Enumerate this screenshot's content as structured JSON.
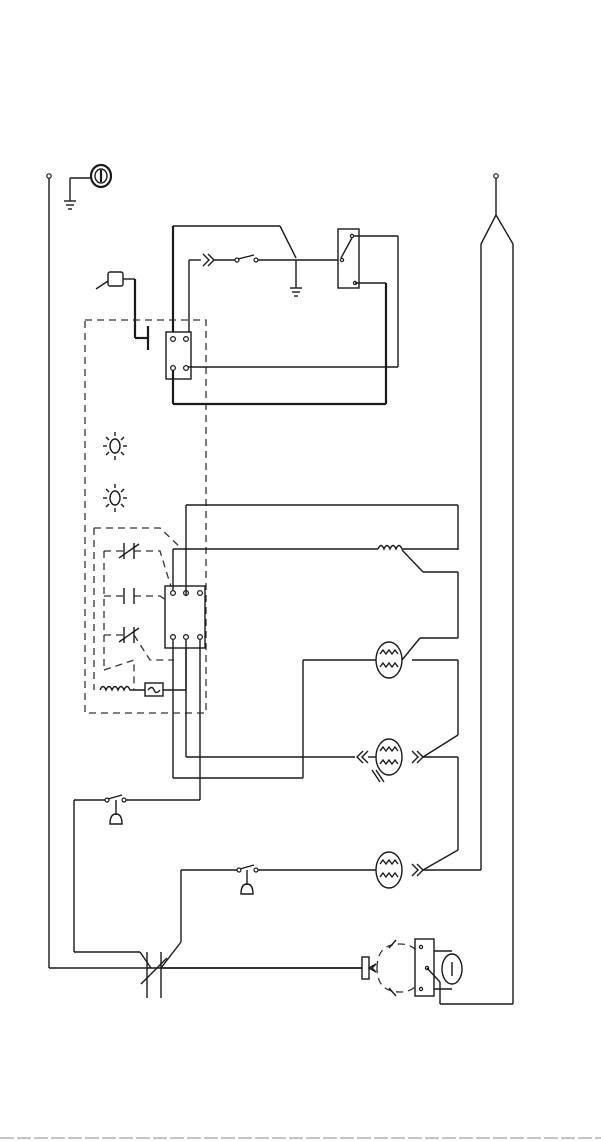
{
  "diagram": {
    "type": "electrical-wiring-schematic",
    "colors": {
      "line": "#1a1a1a",
      "background": "#ffffff",
      "dash": "#333333"
    },
    "icons": [
      "power-lead-terminal",
      "ground-symbol",
      "grounded-receptacle-icon",
      "switch-symbol",
      "relay-block",
      "timer-block",
      "indicator-lamp-icon",
      "heating-coil-icon",
      "motor-icon",
      "connector-icon",
      "pressure-switch-icon",
      "contactor-icon",
      "transformer-block",
      "capacitor-icon"
    ]
  }
}
